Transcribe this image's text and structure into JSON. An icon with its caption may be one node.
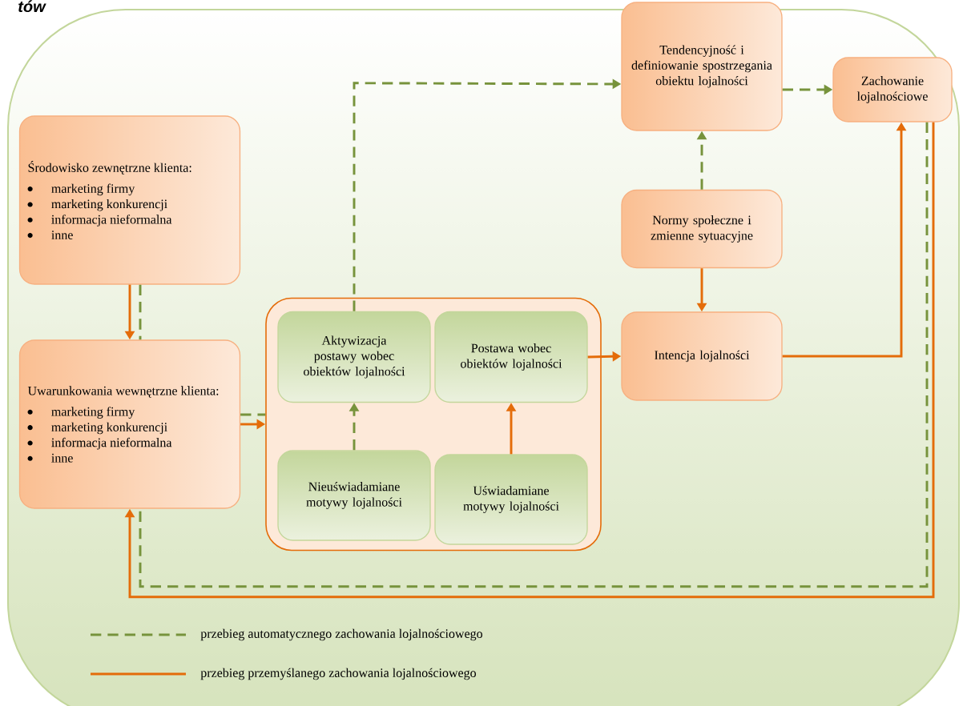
{
  "diagram": {
    "nodes": [
      {
        "text": [
          "Środowisko zewnętrzne klienta:",
          "marketing firmy",
          "marketing konkurencji",
          "informacja nieformalna",
          "inne"
        ]
      },
      {
        "text": [
          "Uwarunkowania wewnętrzne klienta:",
          "marketing firmy",
          "marketing konkurencji",
          "informacja nieformalna",
          "inne"
        ]
      },
      {
        "text": [],
        "shape": "box"
      },
      {
        "text": [
          "Aktywizacja postawy wobec obiektów lojalności"
        ],
        "in": 2
      },
      {
        "text": [
          "Postawa wobec obiektów lojalności"
        ],
        "in": 2
      },
      {
        "text": [
          "Nieuświadamiane motywy lojalności"
        ],
        "in": 2
      },
      {
        "text": [
          "Uświadamiane motywy lojalności"
        ],
        "in": 2
      },
      {
        "text": [
          "Tendencyjność i definiowanie spostrzegania obiektu lojalności"
        ]
      },
      {
        "text": [
          "Zachowanie lojalnościowe"
        ]
      },
      {
        "text": [
          "Normy społeczne i zmienne sytuacyjne"
        ]
      },
      {
        "text": [
          "Intencja lojalności"
        ]
      }
    ],
    "edges": [
      {
        "from": 0,
        "to": 1,
        "arrow": "to"
      },
      {
        "from": 0,
        "to": 1,
        "arrow": "none",
        "style": "dashed",
        "color": "#77933c"
      },
      {
        "from": 1,
        "to": 2,
        "arrow": "to"
      },
      {
        "from": 1,
        "to": 2,
        "arrow": "none",
        "style": "dashed",
        "color": "#77933c"
      },
      {
        "from": 5,
        "to": 3,
        "arrow": "to",
        "style": "dashed",
        "color": "#77933c"
      },
      {
        "from": 6,
        "to": 4,
        "arrow": "to"
      },
      {
        "from": 3,
        "to": 7,
        "arrow": "to",
        "style": "dashed",
        "color": "#77933c"
      },
      {
        "from": 4,
        "to": 10,
        "arrow": "to"
      },
      {
        "from": 9,
        "to": 7,
        "arrow": "to",
        "style": "dashed",
        "color": "#77933c"
      },
      {
        "from": 9,
        "to": 10,
        "arrow": "to"
      },
      {
        "from": 7,
        "to": 8,
        "arrow": "to",
        "style": "dashed",
        "color": "#77933c"
      },
      {
        "from": 10,
        "to": 8,
        "arrow": "to"
      },
      {
        "from": 8,
        "to": 1,
        "arrow": "none",
        "style": "dashed",
        "color": "#77933c"
      },
      {
        "from": 8,
        "to": 1,
        "arrow": "to"
      }
    ],
    "labels": [
      "tów"
    ],
    "legend": [
      {
        "text": "przebieg automatycznego zachowania lojalnościowego"
      },
      {
        "text": "przebieg przemyślanego zachowania lojalnościowego"
      }
    ]
  }
}
